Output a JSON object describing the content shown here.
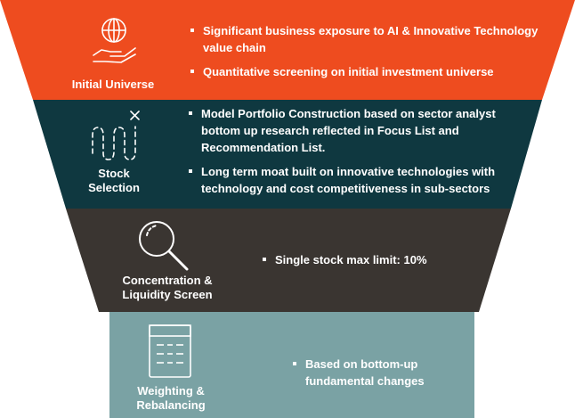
{
  "colors": {
    "stage1": "#ee4c1f",
    "stage2": "#0f3840",
    "stage3": "#3a3531",
    "stage4": "#7aa2a4"
  },
  "stages": [
    {
      "label": "Initial Universe",
      "icon": "globe-in-hand-icon",
      "bullets": [
        "Significant business exposure to AI & Innovative Technology value chain",
        "Quantitative screening on initial investment universe"
      ]
    },
    {
      "label": "Stock Selection",
      "icon": "selection-path-icon",
      "bullets": [
        "Model Portfolio Construction based on sector analyst bottom up research reflected in Focus List and Recommendation List.",
        "Long term moat built on innovative technologies with technology and cost competitiveness in sub-sectors"
      ]
    },
    {
      "label": "Concentration & Liquidity Screen",
      "icon": "magnifier-icon",
      "bullets": [
        "Single stock max limit: 10%"
      ]
    },
    {
      "label": "Weighting & Rebalancing",
      "icon": "calculator-icon",
      "bullets": [
        "Based on bottom-up fundamental changes"
      ]
    }
  ]
}
